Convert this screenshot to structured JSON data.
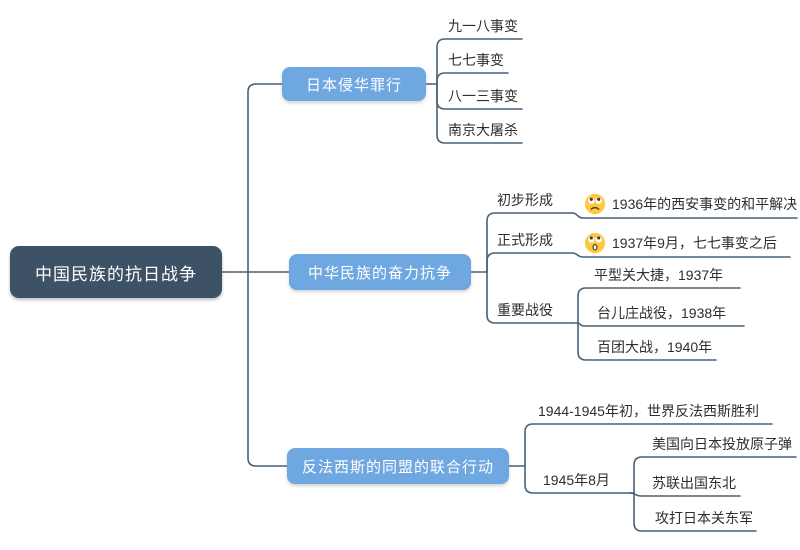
{
  "root": {
    "label": "中国民族的抗日战争"
  },
  "branches": [
    {
      "label": "日本侵华罪行",
      "children": [
        {
          "label": "九一八事变"
        },
        {
          "label": "七七事变"
        },
        {
          "label": "八一三事变"
        },
        {
          "label": "南京大屠杀"
        }
      ]
    },
    {
      "label": "中华民族的奋力抗争",
      "children": [
        {
          "label": "初步形成",
          "children": [
            {
              "icon": "sad-face",
              "label": "1936年的西安事变的和平解决"
            }
          ]
        },
        {
          "label": "正式形成",
          "children": [
            {
              "icon": "surprised-face",
              "label": "1937年9月，七七事变之后"
            }
          ]
        },
        {
          "label": "重要战役",
          "children": [
            {
              "label": "平型关大捷，1937年"
            },
            {
              "label": "台儿庄战役，1938年"
            },
            {
              "label": "百团大战，1940年"
            }
          ]
        }
      ]
    },
    {
      "label": "反法西斯的同盟的联合行动",
      "children": [
        {
          "label": "1944-1945年初，世界反法西斯胜利"
        },
        {
          "label": "1945年8月",
          "children": [
            {
              "label": "美国向日本投放原子弹"
            },
            {
              "label": "苏联出国东北"
            },
            {
              "label": "攻打日本关东军"
            }
          ]
        }
      ]
    }
  ],
  "colors": {
    "root_bg": "#3d5266",
    "branch_bg": "#6fa8e0",
    "line": "#47617a",
    "text": "#2e2e2e",
    "emoji_yellow": "#ffc83d"
  }
}
